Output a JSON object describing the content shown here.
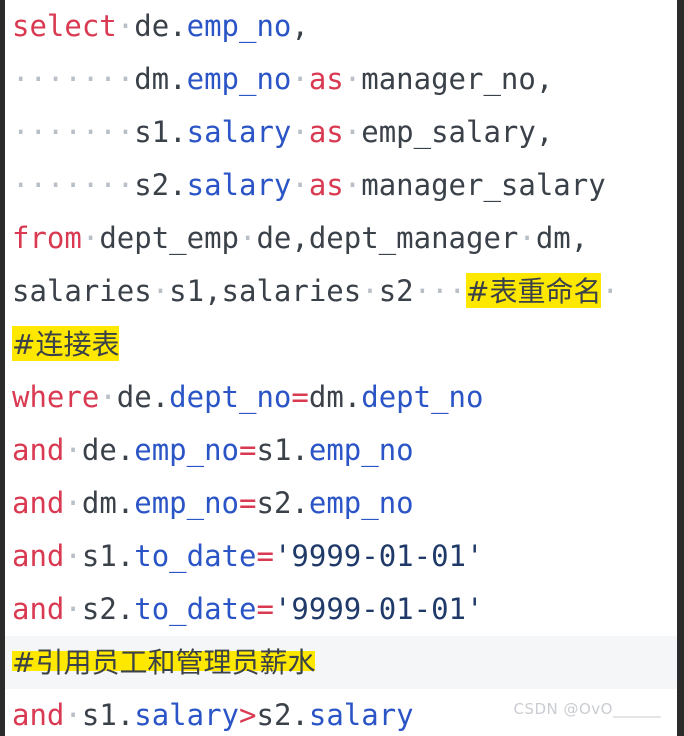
{
  "editor": {
    "language": "sql",
    "colors": {
      "keyword": "#d93a52",
      "identifier": "#2b55c6",
      "plain": "#3b4149",
      "string": "#1f3a68",
      "highlight": "#ffe800",
      "current_line_bg": "#f4f6f8",
      "whitespace_dot": "#b9bfc7",
      "background": "#ffffff",
      "border": "#2b2b2b"
    },
    "indent_marker": "·",
    "lines": [
      {
        "id": 1,
        "current": false,
        "tokens": [
          {
            "t": "select",
            "c": "kw"
          },
          {
            "t": "·",
            "c": "ws"
          },
          {
            "t": "de",
            "c": "plain"
          },
          {
            "t": ".",
            "c": "plain"
          },
          {
            "t": "emp_no",
            "c": "ident"
          },
          {
            "t": ",",
            "c": "plain"
          }
        ]
      },
      {
        "id": 2,
        "current": false,
        "tokens": [
          {
            "t": "·······",
            "c": "ws"
          },
          {
            "t": "dm",
            "c": "plain"
          },
          {
            "t": ".",
            "c": "plain"
          },
          {
            "t": "emp_no",
            "c": "ident"
          },
          {
            "t": "·",
            "c": "ws"
          },
          {
            "t": "as",
            "c": "kw"
          },
          {
            "t": "·",
            "c": "ws"
          },
          {
            "t": "manager_no",
            "c": "plain"
          },
          {
            "t": ",",
            "c": "plain"
          }
        ]
      },
      {
        "id": 3,
        "current": false,
        "tokens": [
          {
            "t": "·······",
            "c": "ws"
          },
          {
            "t": "s1",
            "c": "plain"
          },
          {
            "t": ".",
            "c": "plain"
          },
          {
            "t": "salary",
            "c": "ident"
          },
          {
            "t": "·",
            "c": "ws"
          },
          {
            "t": "as",
            "c": "kw"
          },
          {
            "t": "·",
            "c": "ws"
          },
          {
            "t": "emp_salary",
            "c": "plain"
          },
          {
            "t": ",",
            "c": "plain"
          }
        ]
      },
      {
        "id": 4,
        "current": false,
        "tokens": [
          {
            "t": "·······",
            "c": "ws"
          },
          {
            "t": "s2",
            "c": "plain"
          },
          {
            "t": ".",
            "c": "plain"
          },
          {
            "t": "salary",
            "c": "ident"
          },
          {
            "t": "·",
            "c": "ws"
          },
          {
            "t": "as",
            "c": "kw"
          },
          {
            "t": "·",
            "c": "ws"
          },
          {
            "t": "manager_salary",
            "c": "plain"
          }
        ]
      },
      {
        "id": 5,
        "current": false,
        "tokens": [
          {
            "t": "from",
            "c": "kw"
          },
          {
            "t": "·",
            "c": "ws"
          },
          {
            "t": "dept_emp",
            "c": "plain"
          },
          {
            "t": "·",
            "c": "ws"
          },
          {
            "t": "de,dept_manager",
            "c": "plain"
          },
          {
            "t": "·",
            "c": "ws"
          },
          {
            "t": "dm,",
            "c": "plain"
          }
        ]
      },
      {
        "id": 6,
        "current": false,
        "tokens": [
          {
            "t": "salaries",
            "c": "plain"
          },
          {
            "t": "·",
            "c": "ws"
          },
          {
            "t": "s1,salaries",
            "c": "plain"
          },
          {
            "t": "·",
            "c": "ws"
          },
          {
            "t": "s2",
            "c": "plain"
          },
          {
            "t": "··",
            "c": "ws"
          },
          {
            "t": "·",
            "c": "ws"
          },
          {
            "t": "#表重命名",
            "c": "cmt hl"
          },
          {
            "t": "·",
            "c": "ws"
          }
        ]
      },
      {
        "id": 7,
        "current": false,
        "tokens": [
          {
            "t": "#连接表",
            "c": "cmt hl"
          }
        ]
      },
      {
        "id": 8,
        "current": false,
        "tokens": [
          {
            "t": "where",
            "c": "kw"
          },
          {
            "t": "·",
            "c": "ws"
          },
          {
            "t": "de",
            "c": "plain"
          },
          {
            "t": ".",
            "c": "plain"
          },
          {
            "t": "dept_no",
            "c": "ident"
          },
          {
            "t": "=",
            "c": "op"
          },
          {
            "t": "dm",
            "c": "plain"
          },
          {
            "t": ".",
            "c": "plain"
          },
          {
            "t": "dept_no",
            "c": "ident"
          }
        ]
      },
      {
        "id": 9,
        "current": false,
        "tokens": [
          {
            "t": "and",
            "c": "kw"
          },
          {
            "t": "·",
            "c": "ws"
          },
          {
            "t": "de",
            "c": "plain"
          },
          {
            "t": ".",
            "c": "plain"
          },
          {
            "t": "emp_no",
            "c": "ident"
          },
          {
            "t": "=",
            "c": "op"
          },
          {
            "t": "s1",
            "c": "plain"
          },
          {
            "t": ".",
            "c": "plain"
          },
          {
            "t": "emp_no",
            "c": "ident"
          }
        ]
      },
      {
        "id": 10,
        "current": false,
        "tokens": [
          {
            "t": "and",
            "c": "kw"
          },
          {
            "t": "·",
            "c": "ws"
          },
          {
            "t": "dm",
            "c": "plain"
          },
          {
            "t": ".",
            "c": "plain"
          },
          {
            "t": "emp_no",
            "c": "ident"
          },
          {
            "t": "=",
            "c": "op"
          },
          {
            "t": "s2",
            "c": "plain"
          },
          {
            "t": ".",
            "c": "plain"
          },
          {
            "t": "emp_no",
            "c": "ident"
          }
        ]
      },
      {
        "id": 11,
        "current": false,
        "tokens": [
          {
            "t": "and",
            "c": "kw"
          },
          {
            "t": "·",
            "c": "ws"
          },
          {
            "t": "s1",
            "c": "plain"
          },
          {
            "t": ".",
            "c": "plain"
          },
          {
            "t": "to_date",
            "c": "ident"
          },
          {
            "t": "=",
            "c": "op"
          },
          {
            "t": "'9999-01-01'",
            "c": "str"
          }
        ]
      },
      {
        "id": 12,
        "current": false,
        "tokens": [
          {
            "t": "and",
            "c": "kw"
          },
          {
            "t": "·",
            "c": "ws"
          },
          {
            "t": "s2",
            "c": "plain"
          },
          {
            "t": ".",
            "c": "plain"
          },
          {
            "t": "to_date",
            "c": "ident"
          },
          {
            "t": "=",
            "c": "op"
          },
          {
            "t": "'9999-01-01'",
            "c": "str"
          }
        ]
      },
      {
        "id": 13,
        "current": true,
        "tokens": [
          {
            "t": "#引用员工和管理员薪水",
            "c": "cmt hl-partial"
          }
        ]
      },
      {
        "id": 14,
        "current": false,
        "tokens": [
          {
            "t": "and",
            "c": "kw"
          },
          {
            "t": "·",
            "c": "ws"
          },
          {
            "t": "s1",
            "c": "plain"
          },
          {
            "t": ".",
            "c": "plain"
          },
          {
            "t": "salary",
            "c": "ident"
          },
          {
            "t": ">",
            "c": "op"
          },
          {
            "t": "s2",
            "c": "plain"
          },
          {
            "t": ".",
            "c": "plain"
          },
          {
            "t": "salary",
            "c": "ident"
          }
        ]
      }
    ]
  },
  "watermark": {
    "text": "CSDN @OvO______"
  }
}
